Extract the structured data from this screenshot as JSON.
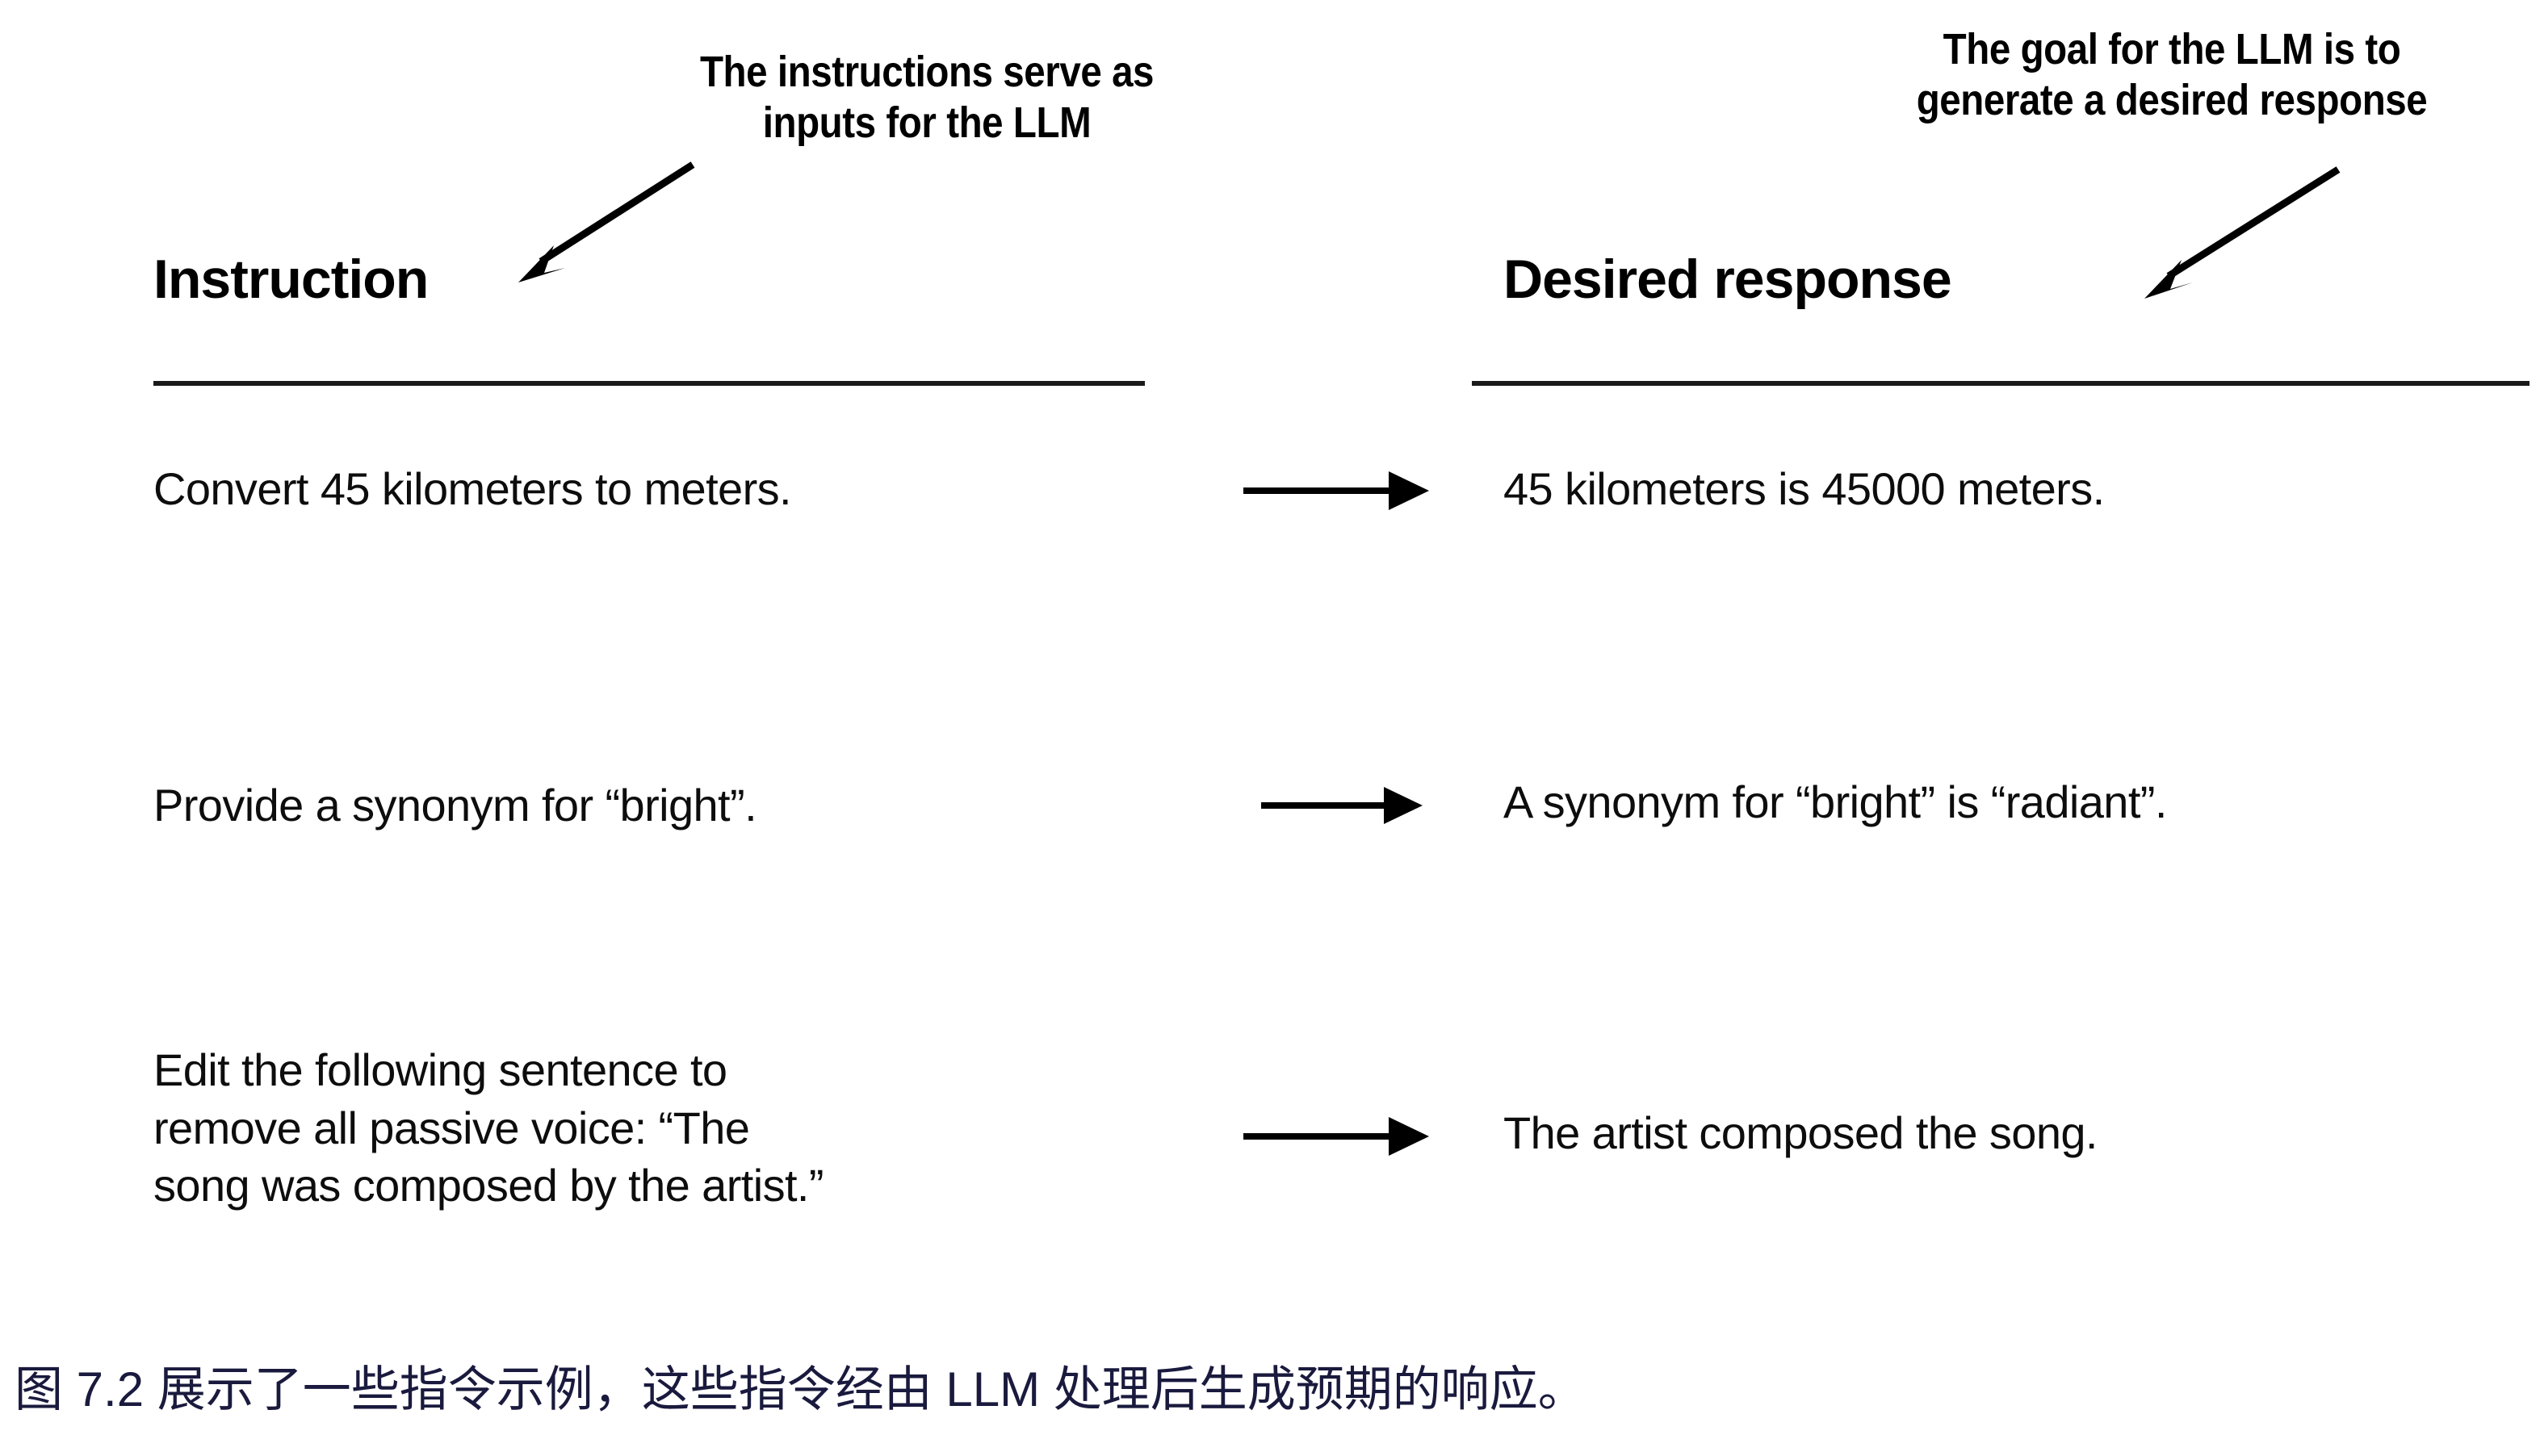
{
  "figure": {
    "background_color": "#ffffff",
    "text_color": "#000000",
    "caption_color": "#1a1a3e",
    "annotations": {
      "left": {
        "text": "The instructions serve as\ninputs for the LLM",
        "arrow_icon": "arrow-down-left-icon"
      },
      "right": {
        "text": "The goal for the LLM is to\ngenerate a desired response",
        "arrow_icon": "arrow-down-left-icon"
      }
    },
    "columns": {
      "left_header": "Instruction",
      "right_header": "Desired response"
    },
    "rows": [
      {
        "instruction": "Convert 45 kilometers to meters.",
        "arrow_icon": "arrow-right-icon",
        "response": "45 kilometers is 45000 meters."
      },
      {
        "instruction": "Provide a synonym for “bright”.",
        "arrow_icon": "arrow-right-icon",
        "response": "A synonym for “bright” is “radiant”."
      },
      {
        "instruction": "Edit the following sentence to\nremove all passive voice: “The\nsong was composed by the artist.”",
        "arrow_icon": "arrow-right-icon",
        "response": "The artist composed the song."
      }
    ],
    "caption": "图 7.2 展示了一些指令示例，这些指令经由 LLM 处理后生成预期的响应。"
  }
}
